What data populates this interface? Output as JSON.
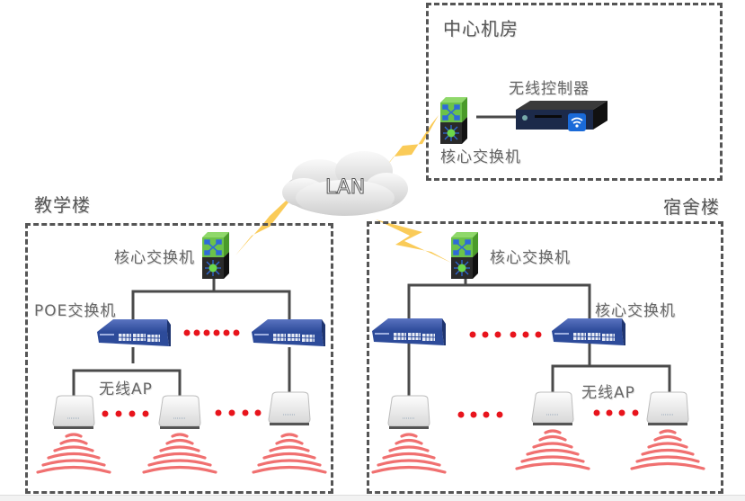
{
  "zones": {
    "datacenter": {
      "label": "中心机房"
    },
    "teaching": {
      "label": "教学楼"
    },
    "dorm": {
      "label": "宿舍楼"
    }
  },
  "cloud": {
    "label": "LAN"
  },
  "devices": {
    "wireless_controller": {
      "label": "无线控制器"
    },
    "dc_core_switch": {
      "label": "核心交换机"
    },
    "teach_core_switch": {
      "label": "核心交换机"
    },
    "teach_poe_switch": {
      "label": "POE交换机"
    },
    "teach_ap": {
      "label": "无线AP"
    },
    "dorm_core_switch": {
      "label": "核心交换机"
    },
    "dorm_second_switch": {
      "label": "核心交换机"
    },
    "dorm_ap": {
      "label": "无线AP"
    }
  },
  "colors": {
    "dash": "#555555",
    "lightning": "#f9c546",
    "ellipsis": "#e8141c",
    "wave": "#f07070",
    "switch_blue": "#2d4b9a",
    "core_green": "#6cc24a"
  }
}
